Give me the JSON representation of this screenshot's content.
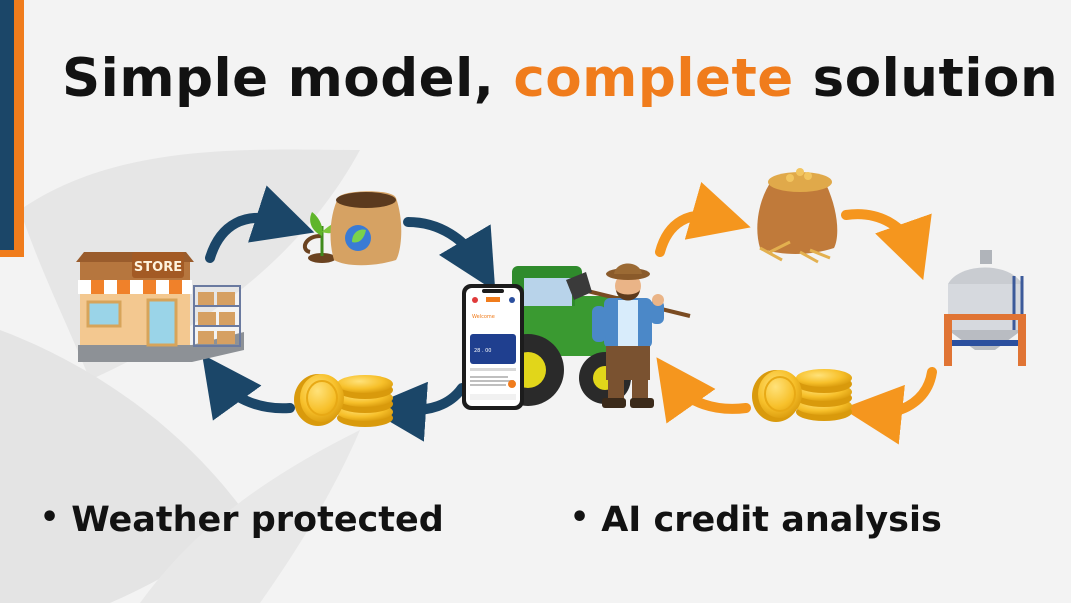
{
  "slide": {
    "title_part1": "Simple model, ",
    "title_highlight": "complete",
    "title_part2": " solution",
    "bullets": [
      {
        "marker": "•",
        "text": "Weather protected"
      },
      {
        "marker": "•",
        "text": "AI credit analysis"
      }
    ]
  },
  "store": {
    "sign": "STORE"
  },
  "phone": {
    "header": "Welcome",
    "card_text": "28 . 00"
  },
  "colors": {
    "accent_orange": "#f07c1c",
    "accent_blue": "#1b4668",
    "arrow_blue": "#1b4668",
    "arrow_orange": "#f5961e",
    "title_text": "#121212",
    "background": "#f3f3f3"
  },
  "icons": [
    "store-icon",
    "seed-bag-icon",
    "smartphone-icon",
    "tractor-icon",
    "farmer-icon",
    "grain-sack-icon",
    "silo-icon",
    "gold-coins-icon",
    "cycle-arrow-icon"
  ]
}
